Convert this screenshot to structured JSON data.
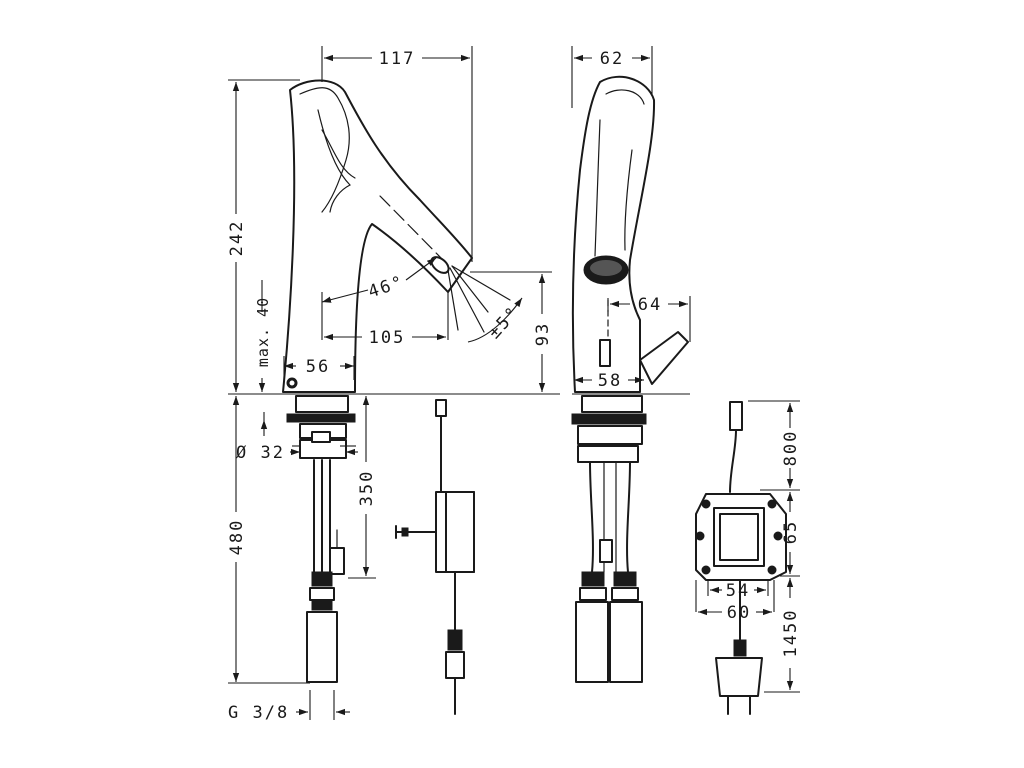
{
  "dimensions": {
    "spout_reach": "117",
    "side_depth": "62",
    "total_height": "242",
    "max_40": "max. 40",
    "angle_46": "46°",
    "angle_5": "±5°",
    "reach_105": "105",
    "outlet_height": "93",
    "base_56": "56",
    "side_64": "64",
    "side_58": "58",
    "bore_32": "Ø 32",
    "below_480": "480",
    "below_350": "350",
    "thread": "G 3/8",
    "cable_800": "800",
    "box_65": "65",
    "box_54": "54",
    "box_60": "60",
    "cable_1450": "1450"
  }
}
